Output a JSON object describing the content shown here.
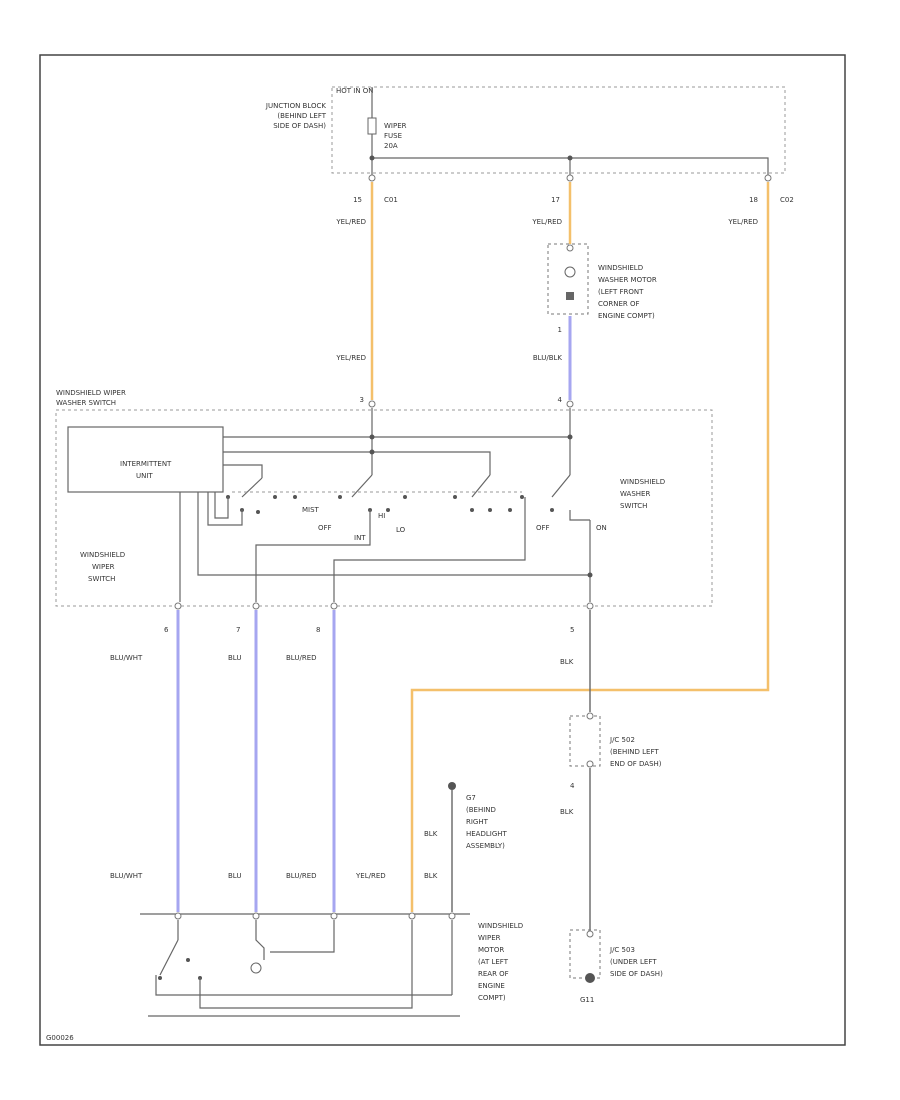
{
  "diagram": {
    "hot_label": "HOT IN ON",
    "fuse_block_label": [
      "JUNCTION BLOCK",
      "(BEHIND LEFT",
      "SIDE OF DASH)"
    ],
    "fuse_label": [
      "WIPER",
      "FUSE",
      "20A"
    ],
    "pins_top": {
      "p15": "15",
      "c01": "C01",
      "p17": "17",
      "p18": "18",
      "c02": "C02"
    },
    "wire_colors": {
      "yel_red": "YEL/RED",
      "blu_blk": "BLU/BLK",
      "blu_wht": "BLU/WHT",
      "blu": "BLU",
      "blu_red": "BLU/RED",
      "blk": "BLK"
    },
    "washer_motor_label": [
      "WINDSHIELD",
      "WASHER MOTOR",
      "(LEFT FRONT",
      "CORNER OF",
      "ENGINE COMPT)"
    ],
    "washer_pin_1": "1",
    "switch_title": [
      "WINDSHIELD WIPER",
      "WASHER SWITCH"
    ],
    "switch_pin_left": "3",
    "switch_pin_right": "4",
    "intermittent_unit": [
      "INTERMITTENT",
      "UNIT"
    ],
    "wiper_switch_label": [
      "WINDSHIELD",
      "WIPER",
      "SWITCH"
    ],
    "washer_switch_label": [
      "WINDSHIELD",
      "WASHER",
      "SWITCH"
    ],
    "switch_positions": {
      "mist": "MIST",
      "off": "OFF",
      "int": "INT",
      "hi": "HI",
      "lo": "LO",
      "w_off": "OFF",
      "w_on": "ON"
    },
    "bottom_pins": {
      "p6": "6",
      "p7": "7",
      "p8": "8",
      "p5": "5"
    },
    "connector_c502": [
      "J/C 502",
      "(BEHIND LEFT",
      "END OF DASH)"
    ],
    "c502_pin": "4",
    "ground_g7": [
      "G7",
      "(BEHIND",
      "RIGHT",
      "HEADLIGHT",
      "ASSEMBLY)"
    ],
    "motor_label": [
      "WINDSHIELD",
      "WIPER",
      "MOTOR",
      "(AT LEFT",
      "REAR OF",
      "ENGINE",
      "COMPT)"
    ],
    "connector_c503": [
      "J/C 503",
      "(UNDER LEFT",
      "SIDE OF DASH)"
    ],
    "ground_g11": "G11",
    "figure_code": "G00026"
  }
}
